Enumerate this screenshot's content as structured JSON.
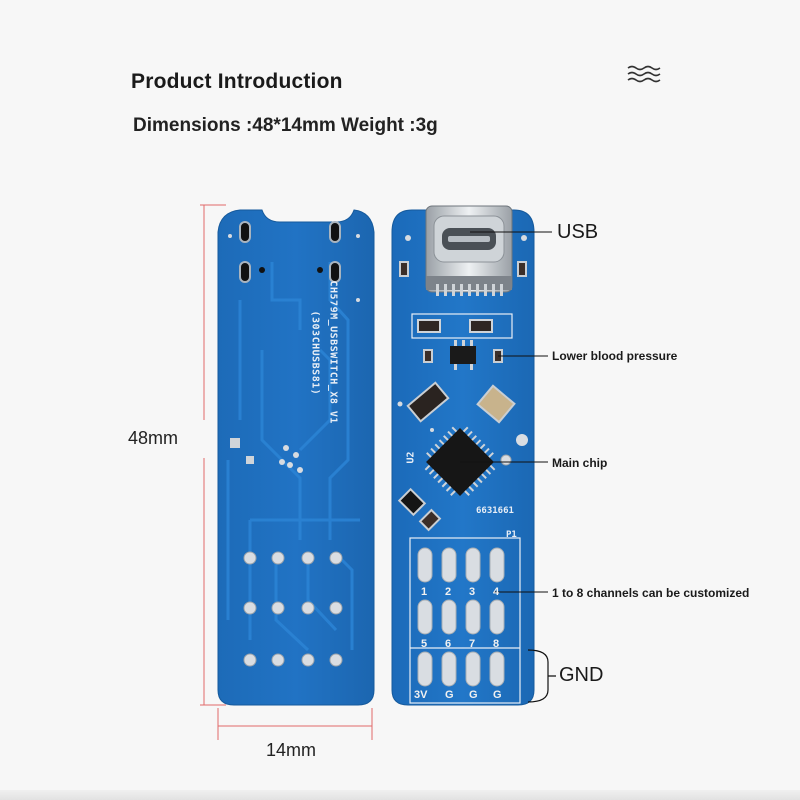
{
  "header": {
    "title": "Product Introduction",
    "subtitle": "Dimensions :48*14mm Weight :3g"
  },
  "dimensions": {
    "height_label": "48mm",
    "width_label": "14mm"
  },
  "back_board": {
    "silkscreen_line1": "CH579M_USBSWITCH_X8 V1",
    "silkscreen_line2": "(303CHUSBS81)"
  },
  "front_board": {
    "chip_label": "U2",
    "code_label": "6631661",
    "header_label": "P1",
    "pins_row1": [
      "1",
      "2",
      "3",
      "4"
    ],
    "pins_row2": [
      "5",
      "6",
      "7",
      "8"
    ],
    "pins_row3": [
      "3V",
      "G",
      "G",
      "G"
    ]
  },
  "callouts": {
    "usb": "USB",
    "lower_blood_pressure": "Lower blood pressure",
    "main_chip": "Main chip",
    "channels": "1 to 8 channels can be customized",
    "gnd": "GND"
  },
  "colors": {
    "pcb_blue": "#1e6fc0",
    "pcb_edge": "#2a86d8",
    "pad_silver": "#d9dde2"
  }
}
